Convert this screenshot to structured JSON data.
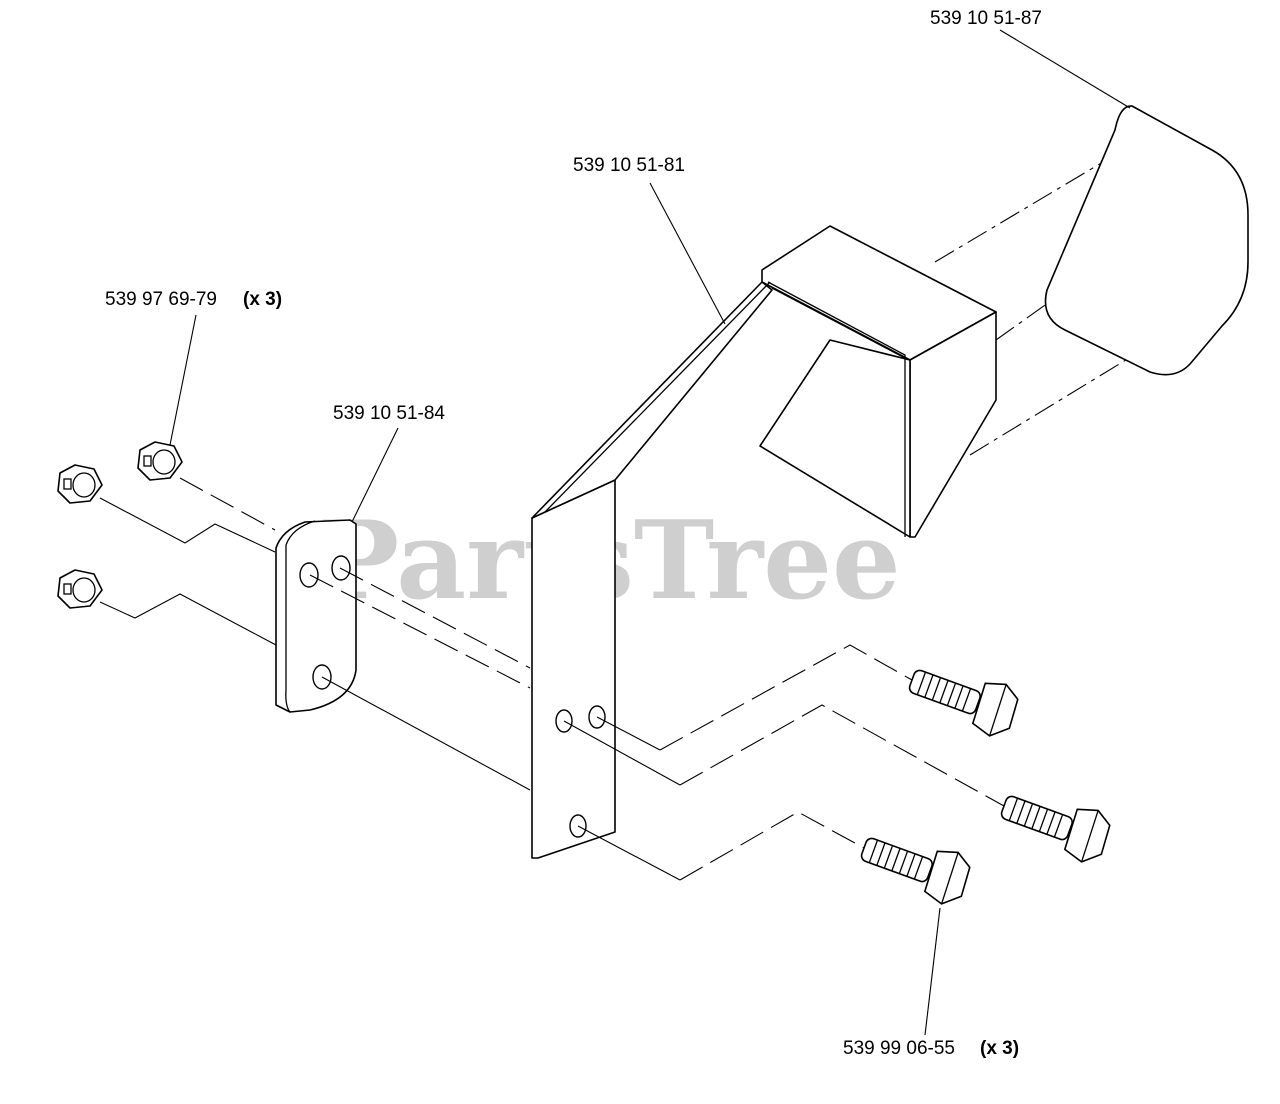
{
  "watermark": {
    "text": "PartsTree",
    "trademark": "™"
  },
  "callouts": {
    "shield": {
      "part_number": "539 10 51-87"
    },
    "bracket": {
      "part_number": "539 10 51-81"
    },
    "nut": {
      "part_number": "539 97 69-79",
      "quantity": "(x 3)"
    },
    "plate": {
      "part_number": "539 10 51-84"
    },
    "bolt": {
      "part_number": "539 99 06-55",
      "quantity": "(x 3)"
    }
  },
  "colors": {
    "line": "#000000",
    "watermark": "#cfcfcf",
    "background": "#ffffff"
  }
}
